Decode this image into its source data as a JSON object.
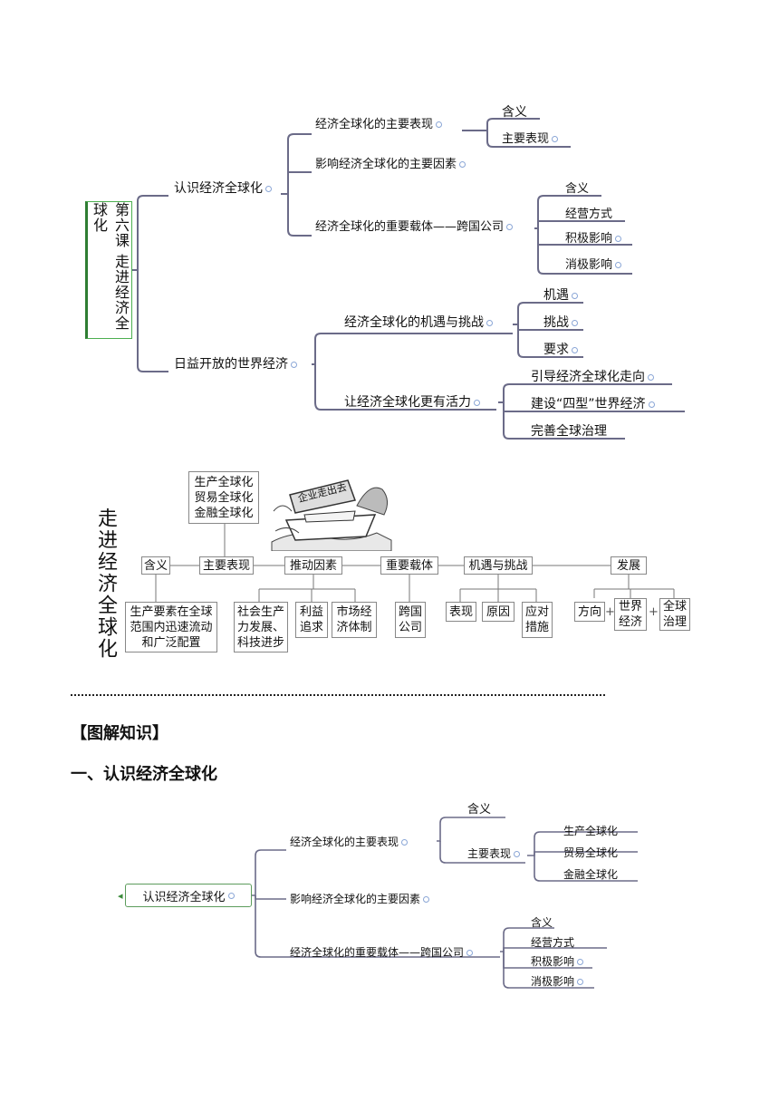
{
  "map1": {
    "root": "第六课 走进经济全球化",
    "b1": {
      "label": "认识经济全球化",
      "c1": {
        "label": "经济全球化的主要表现",
        "items": [
          "含义",
          "主要表现"
        ]
      },
      "c2": {
        "label": "影响经济全球化的主要因素"
      },
      "c3": {
        "label": "经济全球化的重要载体——跨国公司",
        "items": [
          "含义",
          "经营方式",
          "积极影响",
          "消极影响"
        ]
      }
    },
    "b2": {
      "label": "日益开放的世界经济",
      "c1": {
        "label": "经济全球化的机遇与挑战",
        "items": [
          "机遇",
          "挑战",
          "要求"
        ]
      },
      "c2": {
        "label": "让经济全球化更有活力",
        "items": [
          "引导经济全球化走向",
          "建设“四型”世界经济",
          "完善全球治理"
        ]
      }
    }
  },
  "map2": {
    "side_title": "走进经济全球化",
    "top_box": "生产全球化\n贸易全球化\n金融全球化",
    "banner": "企业走出去",
    "row": [
      "含义",
      "主要表现",
      "推动因素",
      "重要载体",
      "机遇与挑战",
      "发展"
    ],
    "hanyi_detail": "生产要素在全球范围内迅速流动和广泛配置",
    "factors": [
      "社会生产力发展、科技进步",
      "利益追求",
      "市场经济体制"
    ],
    "carrier": "跨国公司",
    "opp": [
      "表现",
      "原因",
      "应对措施"
    ],
    "dev": [
      "方向",
      "世界经济",
      "全球治理"
    ],
    "plus": "+"
  },
  "section": {
    "bracket_title": "【图解知识】",
    "h1": "一、认识经济全球化"
  },
  "map3": {
    "root": "认识经济全球化",
    "c1": {
      "label": "经济全球化的主要表现",
      "items": [
        "含义",
        "主要表现"
      ],
      "sub": [
        "生产全球化",
        "贸易全球化",
        "金融全球化"
      ]
    },
    "c2": {
      "label": "影响经济全球化的主要因素"
    },
    "c3": {
      "label": "经济全球化的重要载体——跨国公司",
      "items": [
        "含义",
        "经营方式",
        "积极影响",
        "消极影响"
      ]
    }
  }
}
